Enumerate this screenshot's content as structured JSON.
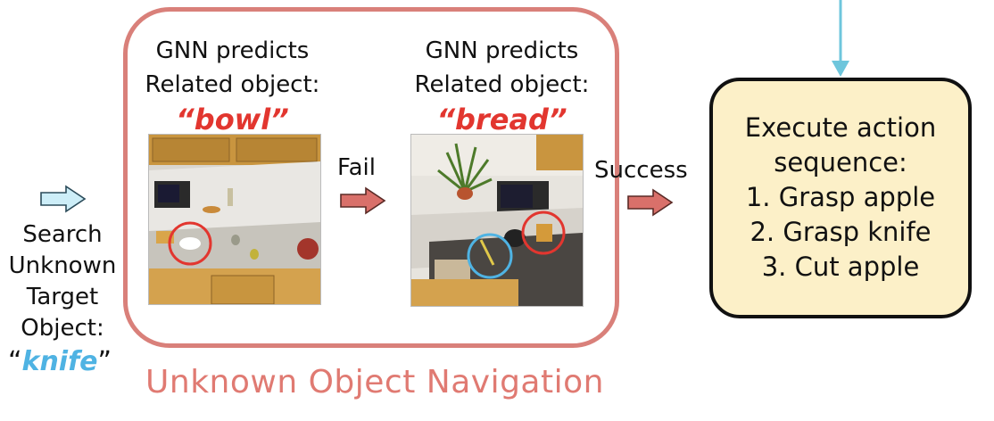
{
  "search": {
    "line1": "Search",
    "line2": "Unknown",
    "line3": "Target",
    "line4": "Object:",
    "target": "knife",
    "open_quote": "“",
    "close_quote": "”"
  },
  "step1": {
    "line1": "GNN predicts",
    "line2": "Related object:",
    "object": "bowl"
  },
  "step2": {
    "line1": "GNN predicts",
    "line2": "Related object:",
    "object": "bread"
  },
  "arrows": {
    "fail_label": "Fail",
    "success_label": "Success"
  },
  "navigation": {
    "title": "Unknown Object Navigation"
  },
  "execute": {
    "line1": "Execute action",
    "line2": "sequence:",
    "steps": [
      "1. Grasp apple",
      "2. Grasp knife",
      "3. Cut apple"
    ]
  },
  "colors": {
    "frame": "#d9807a",
    "title": "#e07a72",
    "related_object": "#e2362f",
    "target_object": "#4fb3e3",
    "red_arrow": "#d9706a",
    "blue_arrow": "#cdeef8",
    "connector_line": "#6ec6dc",
    "exec_fill": "#fcf0c8"
  }
}
